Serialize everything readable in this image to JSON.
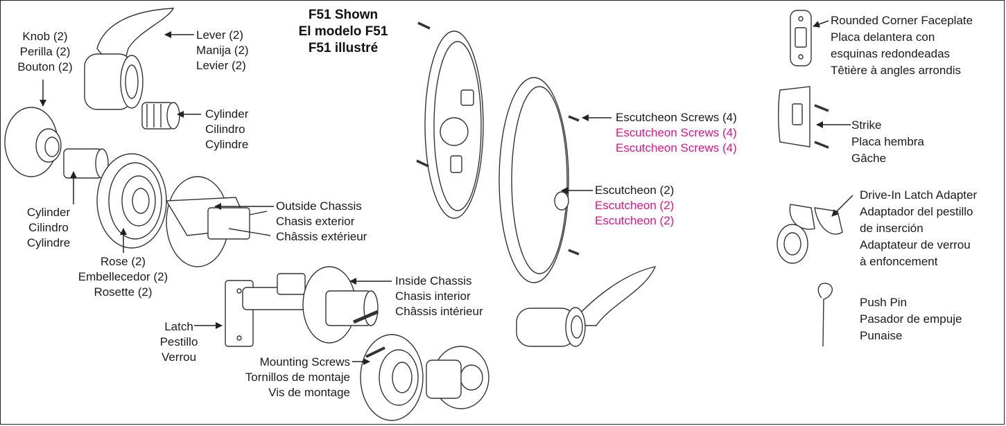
{
  "title": [
    "F51 Shown",
    "El modelo F51",
    "F51 illustré"
  ],
  "labels": {
    "knob": [
      "Knob (2)",
      "Perilla (2)",
      "Bouton (2)"
    ],
    "lever": [
      "Lever (2)",
      "Manija (2)",
      "Levier (2)"
    ],
    "cylinder_top": [
      "Cylinder",
      "Cilindro",
      "Cylindre"
    ],
    "cylinder_left": [
      "Cylinder",
      "Cilindro",
      "Cylindre"
    ],
    "rose": [
      "Rose (2)",
      "Embellecedor (2)",
      "Rosette (2)"
    ],
    "outside_chassis": [
      "Outside Chassis",
      "Chasis exterior",
      "Châssis extérieur"
    ],
    "inside_chassis": [
      "Inside Chassis",
      "Chasis interior",
      "Châssis intérieur"
    ],
    "latch": [
      "Latch",
      "Pestillo",
      "Verrou"
    ],
    "mounting_screws": [
      "Mounting Screws",
      "Tornillos de montaje",
      "Vis de montage"
    ],
    "escutcheon_screws": [
      "Escutcheon Screws (4)",
      "Escutcheon Screws (4)",
      "Escutcheon Screws (4)"
    ],
    "escutcheon": [
      "Escutcheon (2)",
      "Escutcheon (2)",
      "Escutcheon (2)"
    ],
    "faceplate": [
      "Rounded Corner Faceplate",
      "Placa delantera con",
      "esquinas redondeadas",
      "Têtière à angles arrondis"
    ],
    "strike": [
      "Strike",
      "Placa hembra",
      "Gâche"
    ],
    "drive_in": [
      "Drive-In Latch Adapter",
      "Adaptador del pestillo",
      "de inserción",
      "Adaptateur de verrou",
      "à enfoncement"
    ],
    "push_pin": [
      "Push Pin",
      "Pasador de empuje",
      "Punaise"
    ]
  },
  "colors": {
    "text": "#1a1a1a",
    "accent_pink": "#e0138c",
    "line": "#222222"
  }
}
